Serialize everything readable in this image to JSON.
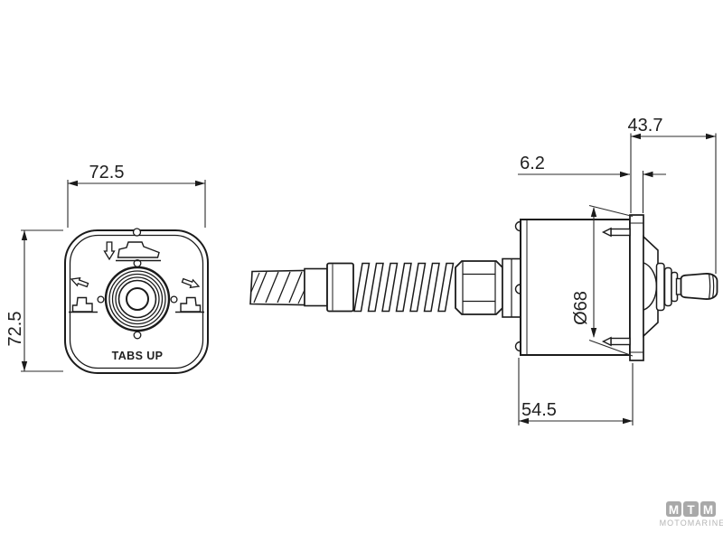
{
  "front_view": {
    "width_mm": "72.5",
    "height_mm": "72.5",
    "label": "TABS UP"
  },
  "side_view": {
    "flange_thickness_mm": "6.2",
    "protrusion_mm": "43.7",
    "body_depth_mm": "54.5",
    "flange_diameter": "Ø68"
  },
  "logo": {
    "letters": [
      "M",
      "T",
      "M"
    ],
    "brand": "MOTOMARINE"
  },
  "colors": {
    "line": "#1b1b1b",
    "dimension": "#2b2b2b",
    "logo_tile": "#a9a9a9",
    "logo_text": "#b5b5b5"
  }
}
